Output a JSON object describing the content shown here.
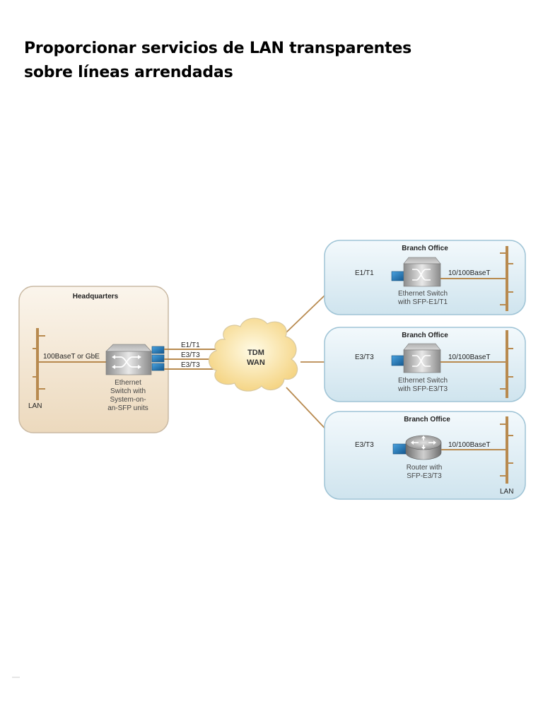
{
  "title": {
    "line1": "Proporcionar servicios de LAN transparentes",
    "line2": "sobre líneas arrendadas"
  },
  "headquarters": {
    "label": "Headquarters",
    "lan_label": "LAN",
    "link_label": "100BaseT or GbE",
    "device_caption": [
      "Ethernet",
      "Switch with",
      "System-on-",
      "an-SFP units"
    ],
    "wan_links": [
      "E1/T1",
      "E3/T3",
      "E3/T3"
    ]
  },
  "wan": {
    "line1": "TDM",
    "line2": "WAN"
  },
  "branches": [
    {
      "label": "Branch Office",
      "wan_link": "E1/T1",
      "lan_link": "10/100BaseT",
      "device": "switch",
      "device_caption": [
        "Ethernet Switch",
        "with SFP-E1/T1"
      ],
      "lan_label": ""
    },
    {
      "label": "Branch Office",
      "wan_link": "E3/T3",
      "lan_link": "10/100BaseT",
      "device": "switch",
      "device_caption": [
        "Ethernet Switch",
        "with SFP-E3/T3"
      ],
      "lan_label": ""
    },
    {
      "label": "Branch Office",
      "wan_link": "E3/T3",
      "lan_link": "10/100BaseT",
      "device": "router",
      "device_caption": [
        "Router with",
        "SFP-E3/T3"
      ],
      "lan_label": "LAN"
    }
  ],
  "colors": {
    "link": "#b88a4f",
    "hq_fill": "#f2e4cf",
    "branch_fill": "#dcecf3",
    "cloud_fill": "#f6dd8f",
    "sfp": "#2a7fc2"
  }
}
